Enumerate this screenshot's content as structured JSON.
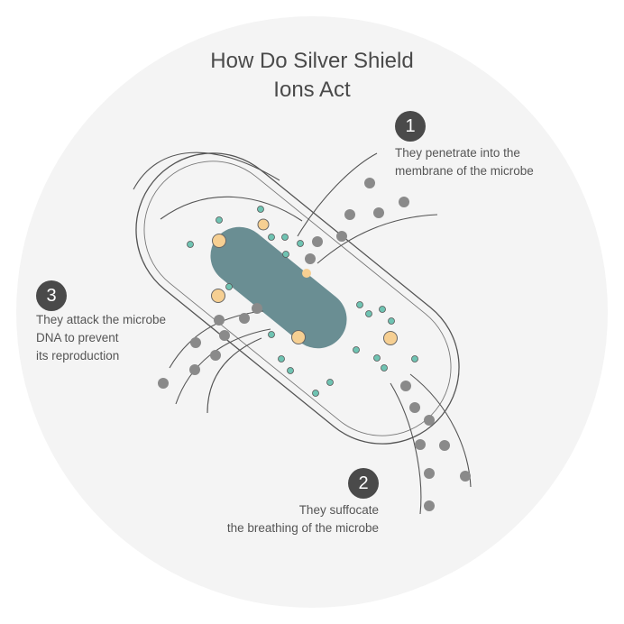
{
  "title": {
    "line1": "How Do Silver Shield",
    "line2": "Ions Act"
  },
  "callouts": [
    {
      "number": "1",
      "lines": [
        "They penetrate into the",
        "membrane of the microbe"
      ]
    },
    {
      "number": "2",
      "lines": [
        "They suffocate",
        "the breathing of the microbe"
      ]
    },
    {
      "number": "3",
      "lines": [
        "They attack the microbe",
        "DNA to prevent",
        "its reproduction"
      ]
    }
  ],
  "colors": {
    "background_circle": "#f4f4f4",
    "outline": "#4a4a4a",
    "dna": "#6a8e93",
    "silver_ion": "#8a8a8a",
    "gold_particle": "#f6cf92",
    "teal_particle": "#6fc3b2",
    "badge": "#4a4a4a"
  }
}
